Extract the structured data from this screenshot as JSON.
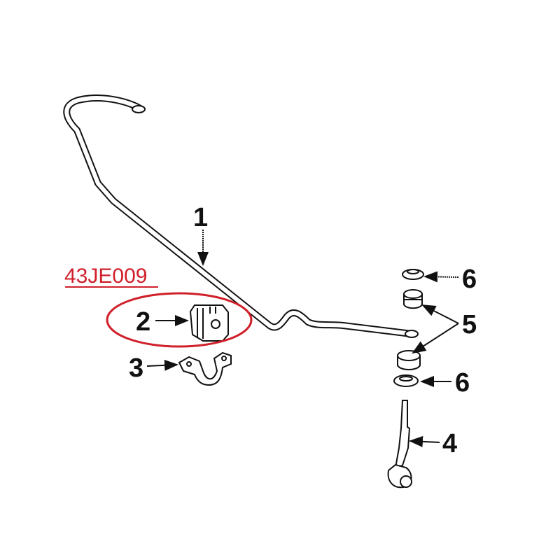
{
  "part_code": {
    "text": "43JE009",
    "color": "#d0202a"
  },
  "highlight_color": "#d0202a",
  "callouts": [
    {
      "number": "1",
      "part": "stabilizer-bar"
    },
    {
      "number": "2",
      "part": "bar-bushing"
    },
    {
      "number": "3",
      "part": "bushing-bracket"
    },
    {
      "number": "4",
      "part": "link"
    },
    {
      "number": "5",
      "part": "link-bushing"
    },
    {
      "number": "6",
      "part": "washer"
    },
    {
      "number": "6",
      "part": "washer"
    }
  ]
}
